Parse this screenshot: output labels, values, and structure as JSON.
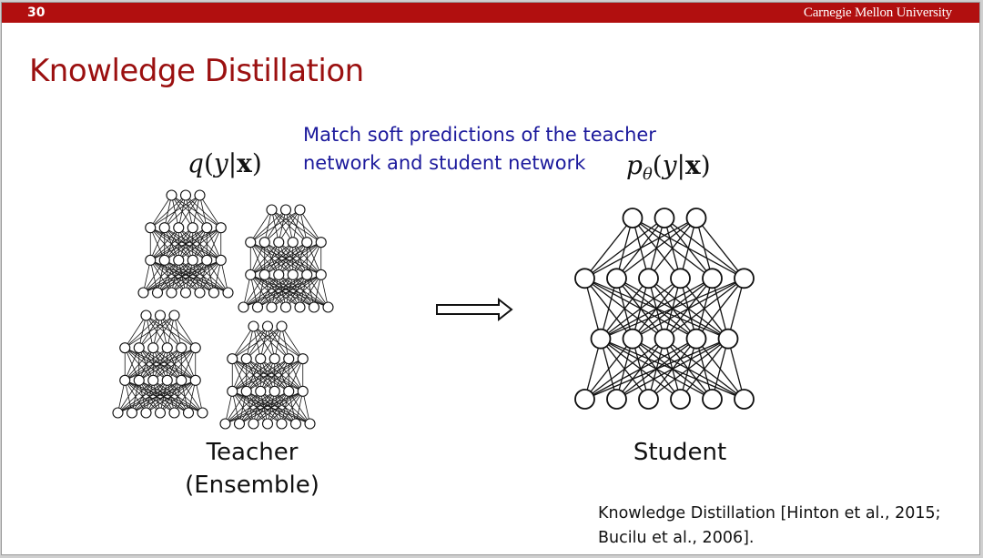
{
  "slide": {
    "number": "30",
    "institution": "Carnegie Mellon University",
    "title": "Knowledge Distillation"
  },
  "caption": {
    "line1": "Match soft predictions of the teacher",
    "line2": "network and student network"
  },
  "teacher": {
    "formula": {
      "func": "q",
      "var": "y",
      "cond": "x"
    },
    "label_line1": "Teacher",
    "label_line2": "(Ensemble)",
    "networks": [
      {
        "layers": [
          3,
          6,
          6,
          7
        ]
      },
      {
        "layers": [
          3,
          6,
          6,
          7
        ]
      },
      {
        "layers": [
          3,
          6,
          6,
          7
        ]
      },
      {
        "layers": [
          3,
          6,
          6,
          7
        ]
      }
    ]
  },
  "student": {
    "formula": {
      "func": "p",
      "sub": "θ",
      "var": "y",
      "cond": "x"
    },
    "label": "Student",
    "layers": [
      3,
      6,
      5,
      6
    ]
  },
  "reference": {
    "line1": "Knowledge Distillation [Hinton et al., 2015;",
    "line2": "Bucilu et al., 2006]."
  },
  "colors": {
    "topbar": "#b10f0f",
    "title": "#9b1010",
    "caption": "#1c1a9c"
  }
}
